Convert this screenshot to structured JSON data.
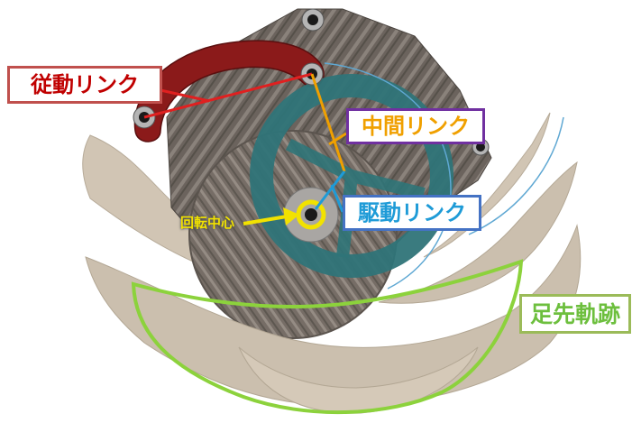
{
  "labels": {
    "follower_link": "従動リンク",
    "middle_link": "中間リンク",
    "driver_link": "駆動リンク",
    "rotation_center": "回転中心",
    "foot_trajectory": "足先軌跡"
  },
  "colors": {
    "follower": "#c00000",
    "middle": "#f0a000",
    "driver": "#1e9bd7",
    "trajectory": "#8cd23c",
    "center": "#f2e200",
    "plate": "#6e6660",
    "leg": "#cbbfae",
    "middle_link_body": "#2f7478"
  }
}
